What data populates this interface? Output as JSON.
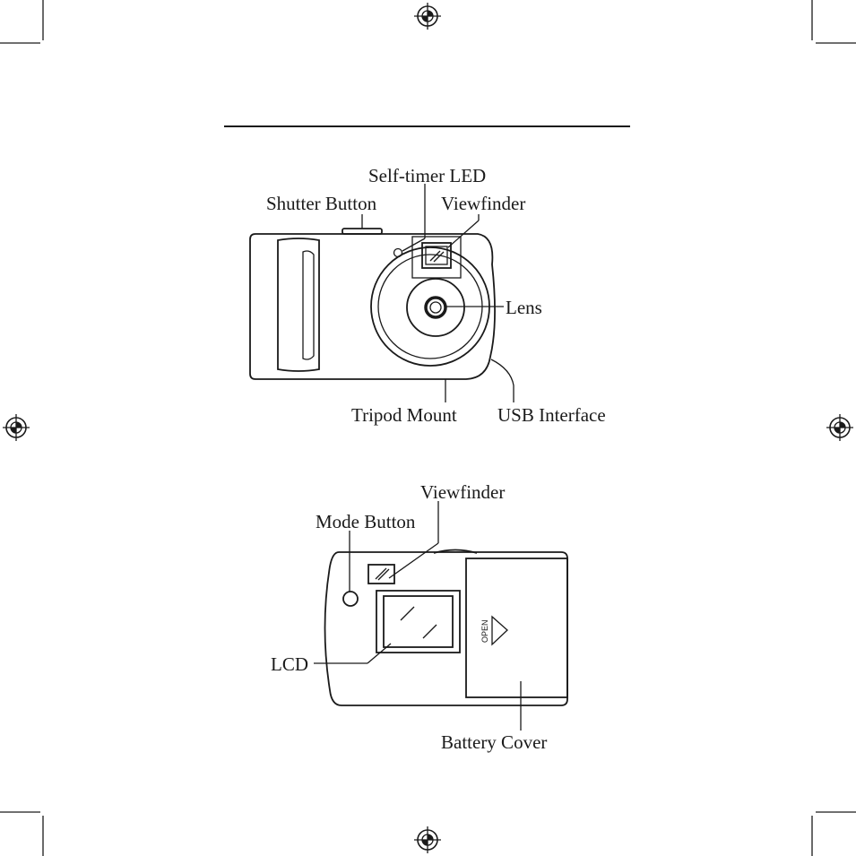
{
  "front_view": {
    "labels": {
      "self_timer_led": "Self-timer LED",
      "shutter_button": "Shutter Button",
      "viewfinder": "Viewfinder",
      "lens": "Lens",
      "tripod_mount": "Tripod Mount",
      "usb_interface": "USB Interface"
    }
  },
  "back_view": {
    "labels": {
      "viewfinder": "Viewfinder",
      "mode_button": "Mode Button",
      "lcd": "LCD",
      "battery_cover": "Battery Cover"
    },
    "battery_cover_marking": "OPEN"
  },
  "icons": [
    "registration-mark-icon",
    "crop-mark-icon"
  ],
  "colors": {
    "ink": "#1a1a1a",
    "background": "#ffffff"
  }
}
